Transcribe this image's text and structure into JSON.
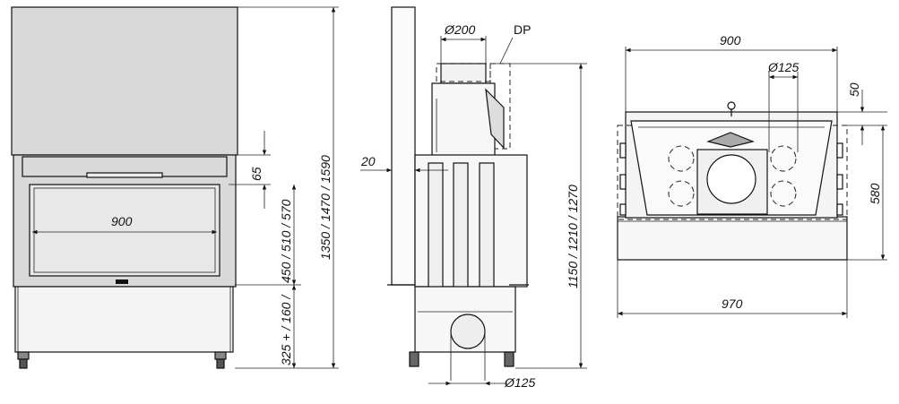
{
  "front_view": {
    "dim_total_height": "1350 / 1470 / 1590",
    "dim_65": "65",
    "dim_glass_height": "450 / 510 / 570",
    "dim_base": "325 + / 160 /",
    "dim_width": "900"
  },
  "side_view": {
    "dim_flue_top": "Ø200",
    "label_dp": "DP",
    "dim_20": "20",
    "dim_height": "1150 / 1210 / 1270",
    "dim_air_inlet": "Ø125"
  },
  "top_view": {
    "dim_900": "900",
    "dim_125": "Ø125",
    "dim_50": "50",
    "dim_580": "580",
    "dim_970": "970"
  },
  "colors": {
    "line": "#111111",
    "fill": "#d9d9d9",
    "background": "#ffffff"
  }
}
